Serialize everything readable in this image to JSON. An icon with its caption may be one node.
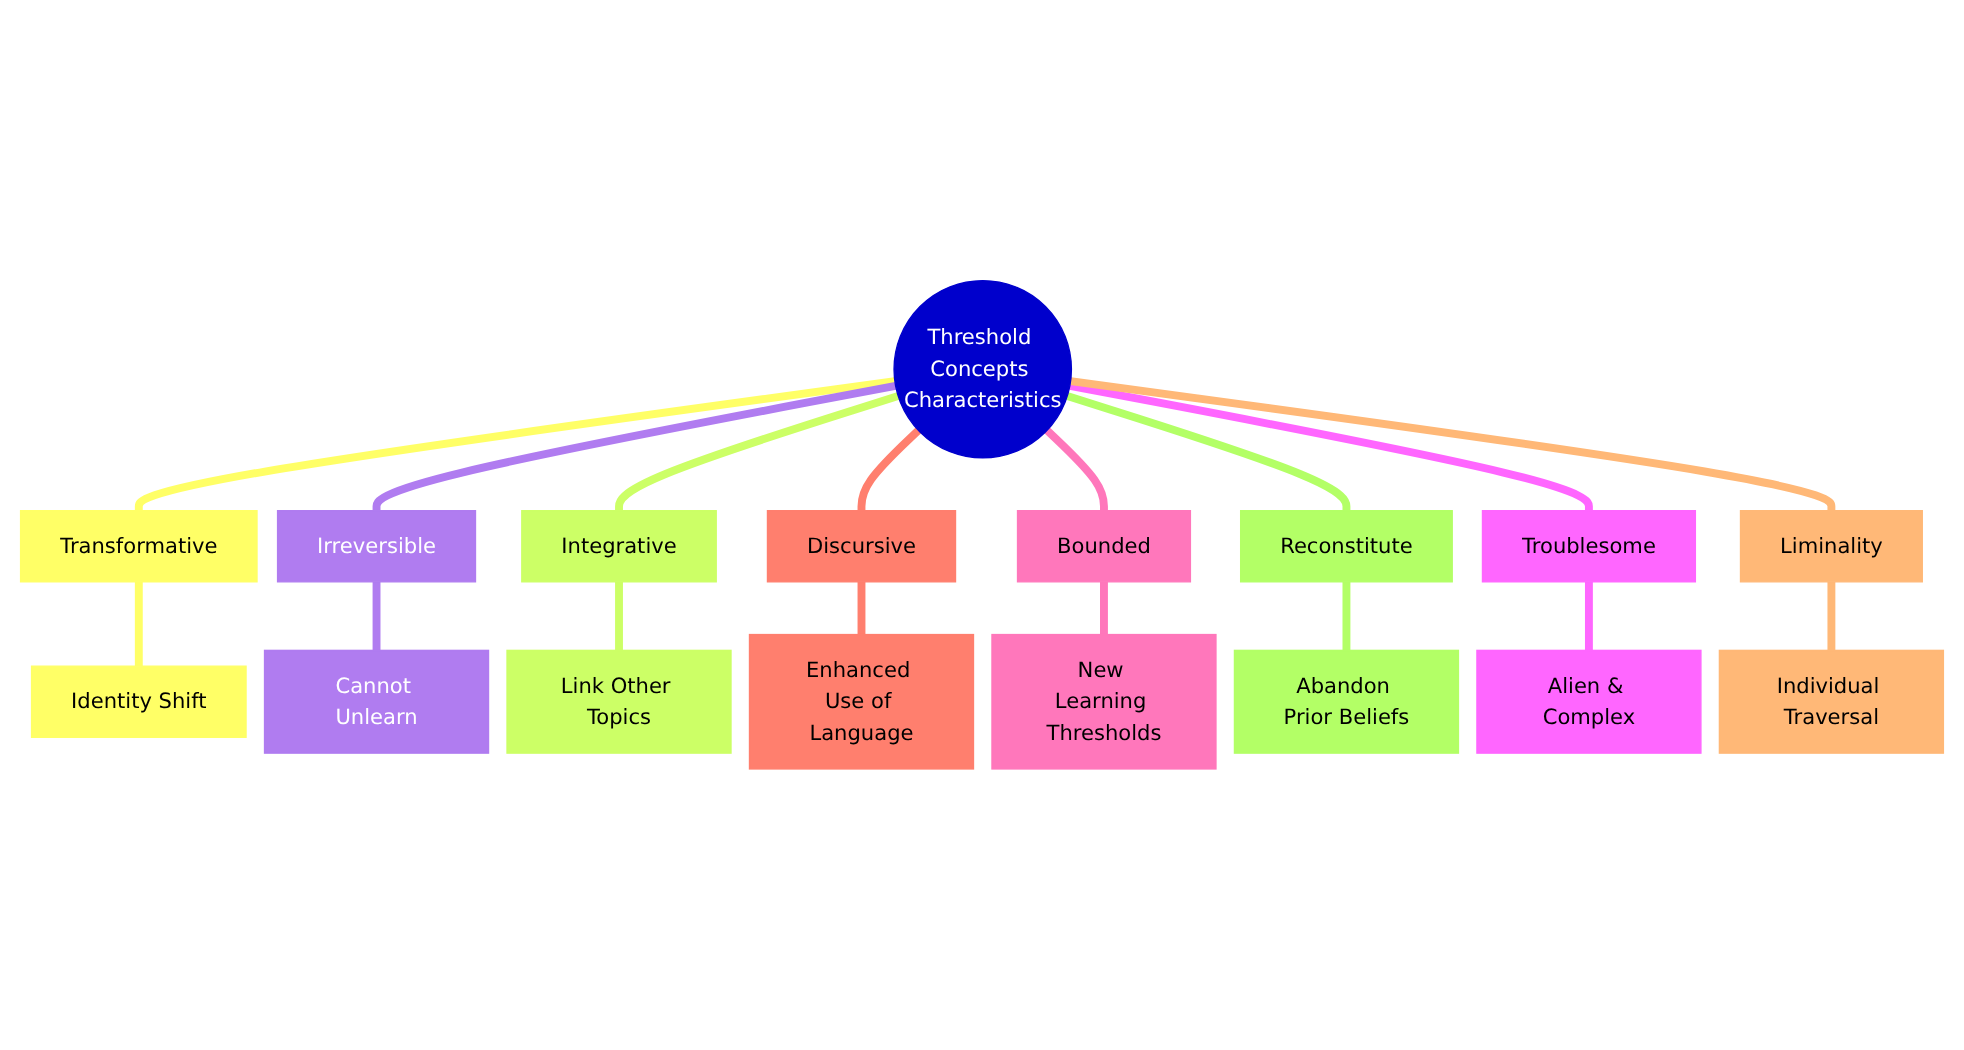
{
  "diagram": {
    "nodes": [
      {
        "text": [
          "Threshold Concepts Characteristics"
        ]
      },
      {
        "text": [
          "Transformative"
        ]
      },
      {
        "text": [
          "Identity Shift"
        ]
      },
      {
        "text": [
          "Irreversible"
        ]
      },
      {
        "text": [
          "Cannot Unlearn"
        ]
      },
      {
        "text": [
          "Integrative"
        ]
      },
      {
        "text": [
          "Link Other Topics"
        ]
      },
      {
        "text": [
          "Discursive"
        ]
      },
      {
        "text": [
          "Enhanced Use of Language"
        ]
      },
      {
        "text": [
          "Bounded"
        ]
      },
      {
        "text": [
          "New Learning Thresholds"
        ]
      },
      {
        "text": [
          "Reconstitute"
        ]
      },
      {
        "text": [
          "Abandon Prior Beliefs"
        ]
      },
      {
        "text": [
          "Troublesome"
        ]
      },
      {
        "text": [
          "Alien & Complex"
        ]
      },
      {
        "text": [
          "Liminality"
        ]
      },
      {
        "text": [
          "Individual Traversal"
        ]
      }
    ],
    "edges": [
      {
        "from": 0,
        "to": 1,
        "arrow": "none",
        "color": "#ffff66"
      },
      {
        "from": 1,
        "to": 2,
        "arrow": "none",
        "color": "#ffff66"
      },
      {
        "from": 0,
        "to": 3,
        "arrow": "none",
        "color": "#b07cf0"
      },
      {
        "from": 3,
        "to": 4,
        "arrow": "none",
        "color": "#b07cf0"
      },
      {
        "from": 0,
        "to": 5,
        "arrow": "none",
        "color": "#ccff66"
      },
      {
        "from": 5,
        "to": 6,
        "arrow": "none",
        "color": "#ccff66"
      },
      {
        "from": 0,
        "to": 7,
        "arrow": "none",
        "color": "#ff7f6e"
      },
      {
        "from": 7,
        "to": 8,
        "arrow": "none",
        "color": "#ff7f6e"
      },
      {
        "from": 0,
        "to": 9,
        "arrow": "none",
        "color": "#ff77bb"
      },
      {
        "from": 9,
        "to": 10,
        "arrow": "none",
        "color": "#ff77bb"
      },
      {
        "from": 0,
        "to": 11,
        "arrow": "none",
        "color": "#b3ff66"
      },
      {
        "from": 11,
        "to": 12,
        "arrow": "none",
        "color": "#b3ff66"
      },
      {
        "from": 0,
        "to": 13,
        "arrow": "none",
        "color": "#ff66ff"
      },
      {
        "from": 13,
        "to": 14,
        "arrow": "none",
        "color": "#ff66ff"
      },
      {
        "from": 0,
        "to": 15,
        "arrow": "none",
        "color": "#ffb877"
      },
      {
        "from": 15,
        "to": 16,
        "arrow": "none",
        "color": "#ffb877"
      }
    ]
  }
}
